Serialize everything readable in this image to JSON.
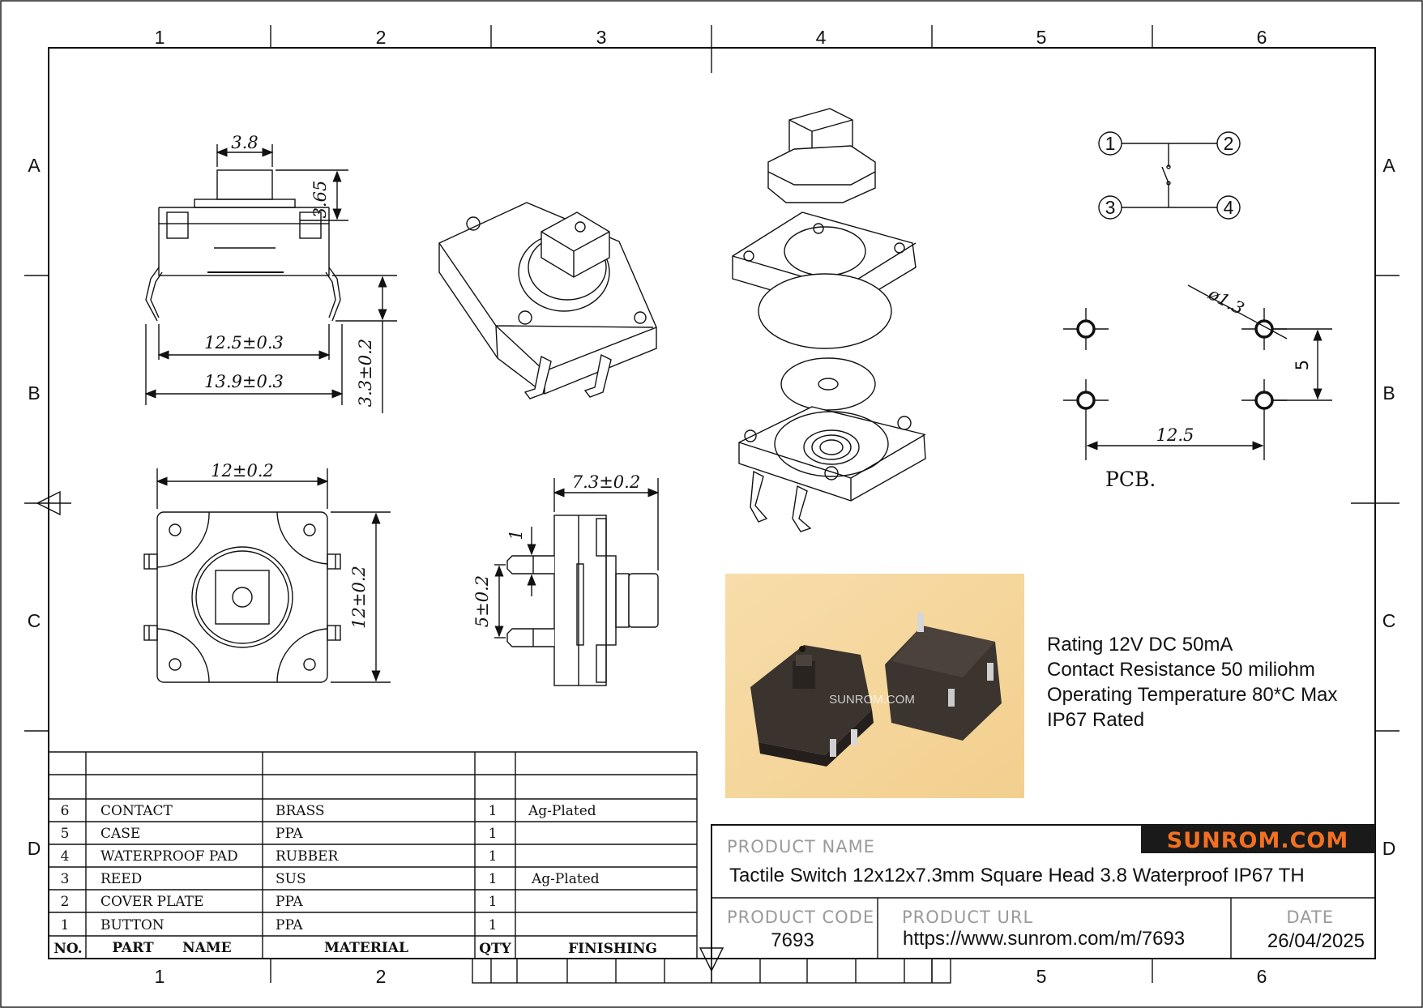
{
  "frame": {
    "columns_top": [
      "1",
      "2",
      "3",
      "4",
      "5",
      "6"
    ],
    "columns_bottom": [
      "1",
      "2",
      "5",
      "6"
    ],
    "rows_left": [
      "A",
      "B",
      "C",
      "D"
    ],
    "rows_right": [
      "A",
      "B",
      "C",
      "D"
    ]
  },
  "dimensions": {
    "side_view": {
      "button_width": "3.8",
      "button_height": "3.65",
      "inner_width": "12.5±0.3",
      "outer_width": "13.9±0.3",
      "pin_length": "3.3±0.2"
    },
    "top_view": {
      "width": "12±0.2",
      "height": "12±0.2"
    },
    "profile_view": {
      "depth": "7.3±0.2",
      "pin_thickness": "1",
      "pin_pitch": "5±0.2"
    },
    "pcb": {
      "hole": "ø1.3",
      "vertical_pitch": "5",
      "horizontal_pitch": "12.5",
      "label": "PCB."
    }
  },
  "schematic": {
    "pins": [
      "1",
      "2",
      "3",
      "4"
    ]
  },
  "specs": [
    "Rating 12V DC 50mA",
    "Contact Resistance 50 miliohm",
    "Operating Temperature 80*C Max",
    "IP67 Rated"
  ],
  "photo": {
    "watermark": "SUNROM.COM"
  },
  "bom": {
    "headers": {
      "no": "NO.",
      "part": "PART      NAME",
      "material": "MATERIAL",
      "qty": "QTY",
      "finishing": "FINISHING"
    },
    "rows": [
      {
        "no": "6",
        "part": "CONTACT",
        "material": "BRASS",
        "qty": "1",
        "finishing": "Ag-Plated"
      },
      {
        "no": "5",
        "part": "CASE",
        "material": "PPA",
        "qty": "1",
        "finishing": ""
      },
      {
        "no": "4",
        "part": "WATERPROOF PAD",
        "material": "RUBBER",
        "qty": "1",
        "finishing": ""
      },
      {
        "no": "3",
        "part": "REED",
        "material": "SUS",
        "qty": "1",
        "finishing": "Ag-Plated"
      },
      {
        "no": "2",
        "part": "COVER PLATE",
        "material": "PPA",
        "qty": "1",
        "finishing": ""
      },
      {
        "no": "1",
        "part": "BUTTON",
        "material": "PPA",
        "qty": "1",
        "finishing": ""
      }
    ]
  },
  "title_block": {
    "brand": "SUNROM.COM",
    "product_name_label": "PRODUCT NAME",
    "product_name": "Tactile Switch 12x12x7.3mm Square Head 3.8 Waterproof IP67 TH",
    "product_code_label": "PRODUCT CODE",
    "product_code": "7693",
    "product_url_label": "PRODUCT URL",
    "product_url": "https://www.sunrom.com/m/7693",
    "date_label": "DATE",
    "date": "26/04/2025"
  },
  "colors": {
    "brand_bg": "#1a1a1a",
    "brand_text": "#f37021",
    "photo_bg": "#f6d9a0"
  }
}
